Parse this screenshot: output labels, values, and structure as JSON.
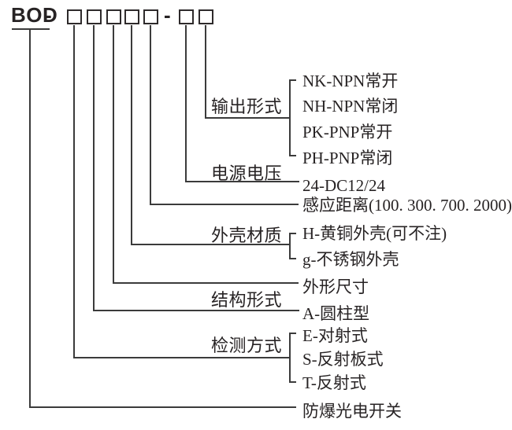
{
  "code": {
    "prefix": "BOD",
    "separator": "-",
    "group1_box_count": 5,
    "group2_box_count": 2
  },
  "sections": {
    "output_type": {
      "label": "输出形式",
      "options": [
        "NK-NPN常开",
        "NH-NPN常闭",
        "PK-PNP常开",
        "PH-PNP常闭"
      ]
    },
    "power_voltage": {
      "label": "电源电压",
      "value": "24-DC12/24"
    },
    "sensing_distance": {
      "value": "感应距离(100. 300. 700. 2000)"
    },
    "shell_material": {
      "label": "外壳材质",
      "options": [
        "H-黄铜外壳(可不注)",
        "g-不锈钢外壳"
      ]
    },
    "outer_dimension": {
      "value": "外形尺寸"
    },
    "structure_type": {
      "label": "结构形式",
      "value": "A-圆柱型"
    },
    "detection_method": {
      "label": "检测方式",
      "options": [
        "E-对射式",
        "S-反射板式",
        "T-反射式"
      ]
    },
    "product_name": {
      "value": "防爆光电开关"
    }
  },
  "colors": {
    "text": "#272324",
    "line": "#3b3b3b",
    "background": "#ffffff"
  }
}
